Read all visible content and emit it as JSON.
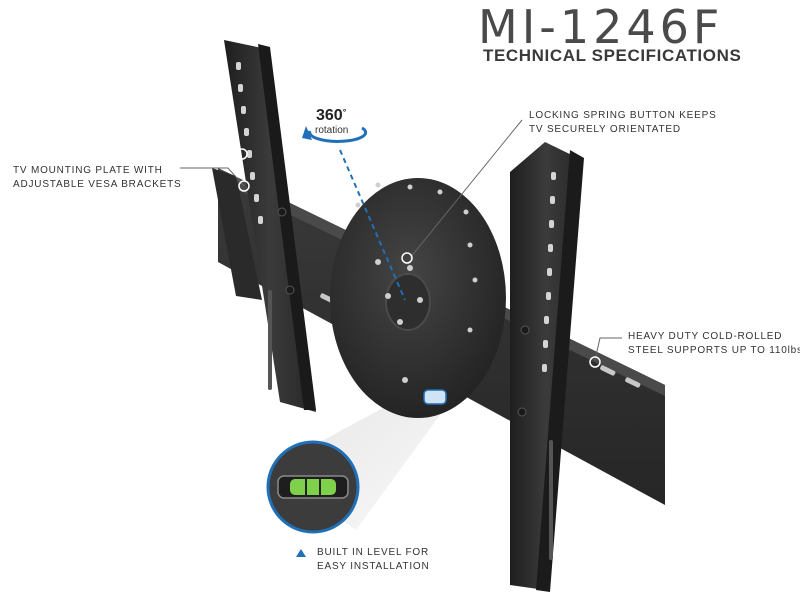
{
  "header": {
    "model": "MI-1246F",
    "subtitle": "TECHNICAL SPECIFICATIONS"
  },
  "rotation_badge": {
    "number": "360",
    "degree_symbol": "°",
    "label": "rotation"
  },
  "callouts": {
    "mounting_plate": [
      "TV MOUNTING PLATE WITH",
      "ADJUSTABLE VESA BRACKETS"
    ],
    "spring_button": [
      "LOCKING SPRING BUTTON KEEPS",
      "TV SECURELY ORIENTATED"
    ],
    "steel": [
      "HEAVY DUTY COLD-ROLLED",
      "STEEL SUPPORTS UP TO 110lbs"
    ],
    "level": [
      "BUILT IN LEVEL FOR",
      "EASY INSTALLATION"
    ]
  },
  "colors": {
    "accent_blue": "#1f70b8",
    "metal_dark": "#2a2a2a",
    "metal_mid": "#3a3a3a",
    "text": "#333333",
    "bubble_green": "#7fd04a"
  },
  "icons": {
    "rotation_arrow": "rotation-arrow-icon",
    "level_pointer": "triangle-icon"
  }
}
